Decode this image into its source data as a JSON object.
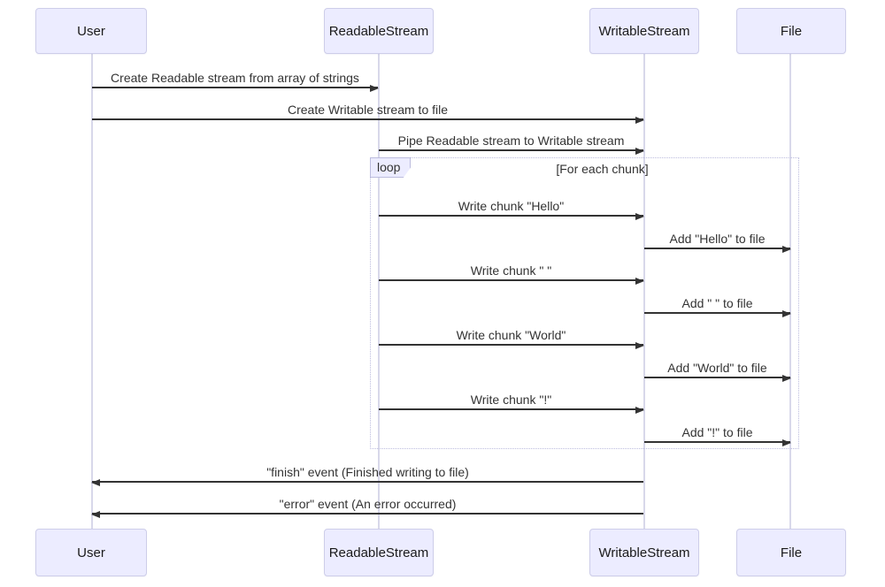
{
  "diagram": {
    "type": "sequence",
    "actors": [
      {
        "name": "User"
      },
      {
        "name": "ReadableStream"
      },
      {
        "name": "WritableStream"
      },
      {
        "name": "File"
      }
    ],
    "loop": {
      "label": "loop",
      "condition": "[For each chunk]"
    },
    "messages": [
      {
        "from": "User",
        "to": "ReadableStream",
        "arrow": "solid-right",
        "text": "Create Readable stream from array of strings"
      },
      {
        "from": "User",
        "to": "WritableStream",
        "arrow": "solid-right",
        "text": "Create Writable stream to file"
      },
      {
        "from": "ReadableStream",
        "to": "WritableStream",
        "arrow": "solid-right",
        "text": "Pipe Readable stream to Writable stream"
      },
      {
        "from": "ReadableStream",
        "to": "WritableStream",
        "arrow": "solid-right",
        "in_loop": true,
        "text": "Write chunk \"Hello\""
      },
      {
        "from": "WritableStream",
        "to": "File",
        "arrow": "solid-right",
        "in_loop": true,
        "text": "Add \"Hello\" to file"
      },
      {
        "from": "ReadableStream",
        "to": "WritableStream",
        "arrow": "solid-right",
        "in_loop": true,
        "text": "Write chunk \" \""
      },
      {
        "from": "WritableStream",
        "to": "File",
        "arrow": "solid-right",
        "in_loop": true,
        "text": "Add \" \" to file"
      },
      {
        "from": "ReadableStream",
        "to": "WritableStream",
        "arrow": "solid-right",
        "in_loop": true,
        "text": "Write chunk \"World\""
      },
      {
        "from": "WritableStream",
        "to": "File",
        "arrow": "solid-right",
        "in_loop": true,
        "text": "Add \"World\" to file"
      },
      {
        "from": "ReadableStream",
        "to": "WritableStream",
        "arrow": "solid-right",
        "in_loop": true,
        "text": "Write chunk \"!\""
      },
      {
        "from": "WritableStream",
        "to": "File",
        "arrow": "solid-right",
        "in_loop": true,
        "text": "Add \"!\" to file"
      },
      {
        "from": "WritableStream",
        "to": "User",
        "arrow": "solid-left",
        "text": "\"finish\" event (Finished writing to file)"
      },
      {
        "from": "WritableStream",
        "to": "User",
        "arrow": "solid-left",
        "text": "\"error\" event (An error occurred)"
      }
    ],
    "colors": {
      "actor_fill": "#ECECFF",
      "actor_border": "#CDCDE9",
      "lifeline": "#D8D8EA",
      "loop_border": "#BCBCDE",
      "arrow": "#333333",
      "text": "#333333",
      "background": "#FFFFFF"
    }
  }
}
